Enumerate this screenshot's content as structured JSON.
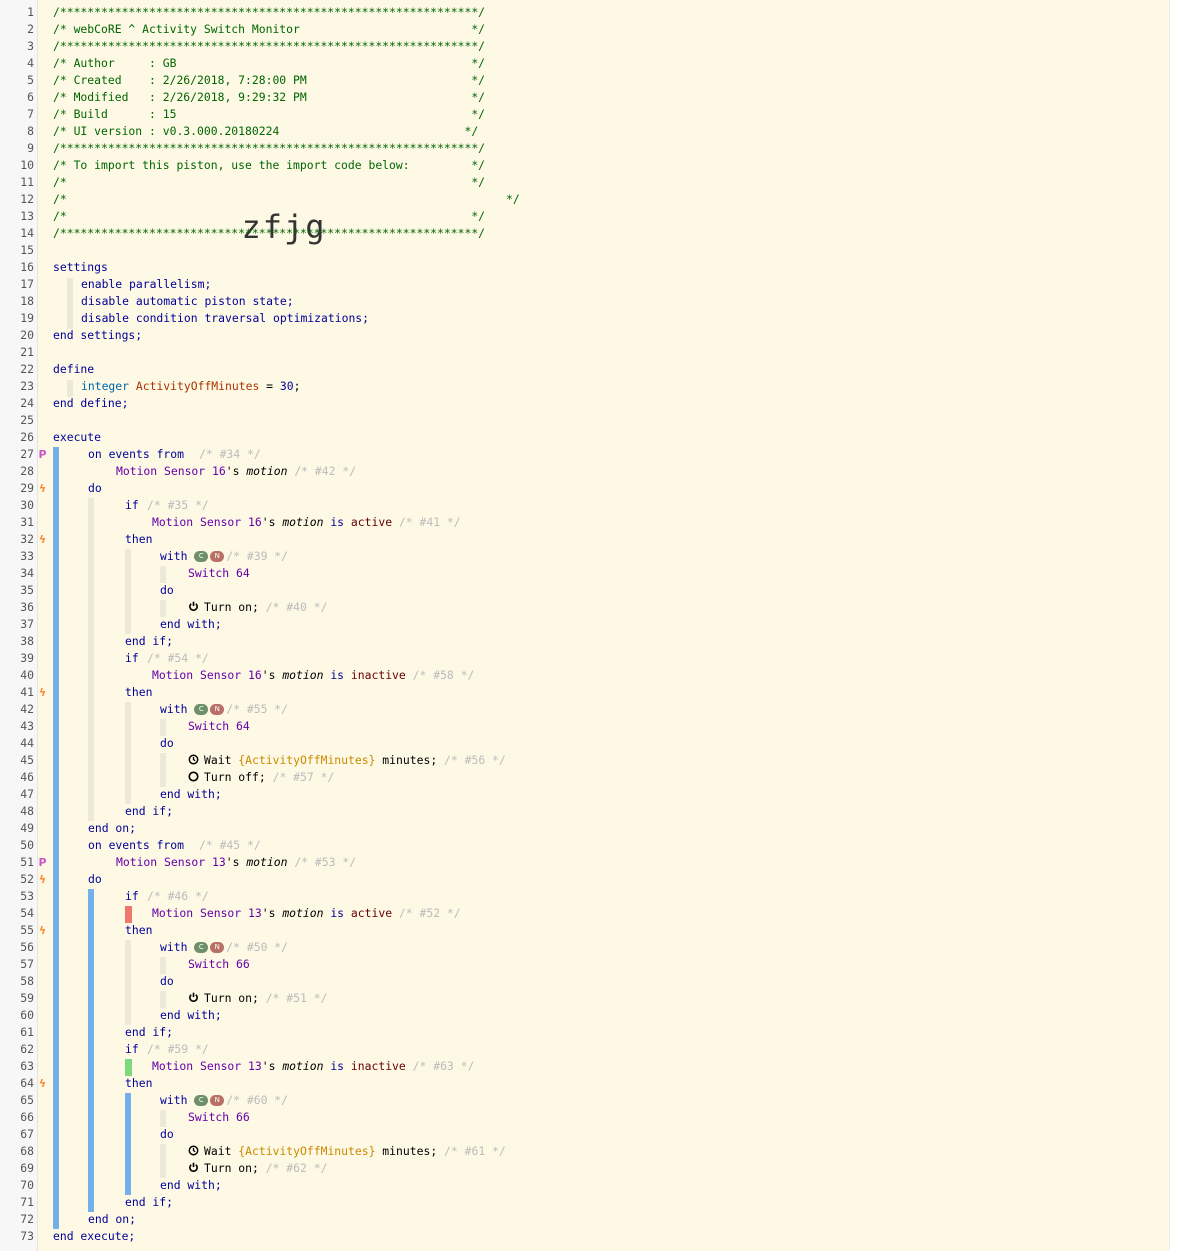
{
  "header": {
    "border": "/*************************************************************/",
    "title": "/* webCoRE ^ Activity Switch Monitor                         */",
    "author": "/* Author     : GB                                           */",
    "created": "/* Created    : 2/26/2018, 7:28:00 PM                        */",
    "modified": "/* Modified   : 2/26/2018, 9:29:32 PM                        */",
    "build": "/* Build      : 15                                           */",
    "ui_version": "/* UI version : v0.3.000.20180224                           */",
    "import_note": "/* To import this piston, use the import code below:         */",
    "blank_open": "/*                                                           */",
    "code_prefix": "/*",
    "code_suffix": "*/",
    "import_code": "zfjg"
  },
  "settings": {
    "start": "settings",
    "lines": [
      "enable parallelism;",
      "disable automatic piston state;",
      "disable condition traversal optimizations;"
    ],
    "end": "end settings;"
  },
  "define": {
    "start": "define",
    "type": "integer",
    "name": "ActivityOffMinutes",
    "eq": " = ",
    "value": "30",
    "semi": ";",
    "end": "end define;"
  },
  "execute": {
    "start": "execute",
    "end": "end execute;"
  },
  "kw": {
    "on_events_from": "on events from",
    "do": "do",
    "if": "if",
    "then": "then",
    "with": "with",
    "end_with": "end with;",
    "end_if": "end if;",
    "end_on": "end on;",
    "is": " is ",
    "poss": "'s ",
    "motion": "motion",
    "active": "active",
    "inactive": "inactive",
    "turn_on": "Turn on;",
    "turn_off": "Turn off;",
    "wait": "Wait ",
    "wait_expr": "{ActivityOffMinutes}",
    "minutes": " minutes;",
    "pill_c": "C",
    "pill_n": "N"
  },
  "devices": {
    "ms16": "Motion Sensor 16",
    "ms13": "Motion Sensor 13",
    "sw64": "Switch 64",
    "sw66": "Switch 66"
  },
  "ids": {
    "e34": "/* #34 */",
    "e42": "/* #42 */",
    "e35": "/* #35 */",
    "e41": "/* #41 */",
    "e39": "/* #39 */",
    "e40": "/* #40 */",
    "e54": "/* #54 */",
    "e58": "/* #58 */",
    "e55": "/* #55 */",
    "e56": "/* #56 */",
    "e57": "/* #57 */",
    "e45": "/* #45 */",
    "e53": "/* #53 */",
    "e46": "/* #46 */",
    "e52": "/* #52 */",
    "e50": "/* #50 */",
    "e51": "/* #51 */",
    "e59": "/* #59 */",
    "e63": "/* #63 */",
    "e60": "/* #60 */",
    "e61": "/* #61 */",
    "e62": "/* #62 */"
  },
  "markers": {
    "p": "P",
    "b": "ϟ"
  },
  "line_numbers": [
    "1",
    "2",
    "3",
    "4",
    "5",
    "6",
    "7",
    "8",
    "9",
    "10",
    "11",
    "12",
    "13",
    "14",
    "15",
    "16",
    "17",
    "18",
    "19",
    "20",
    "21",
    "22",
    "23",
    "24",
    "25",
    "26",
    "27",
    "28",
    "29",
    "30",
    "31",
    "32",
    "33",
    "34",
    "35",
    "36",
    "37",
    "38",
    "39",
    "40",
    "41",
    "42",
    "43",
    "44",
    "45",
    "46",
    "47",
    "48",
    "49",
    "50",
    "51",
    "52",
    "53",
    "54",
    "55",
    "56",
    "57",
    "58",
    "59",
    "60",
    "61",
    "62",
    "63",
    "64",
    "65",
    "66",
    "67",
    "68",
    "69",
    "70",
    "71",
    "72",
    "73"
  ],
  "colors": {
    "editor_bg": "#fdf9e5",
    "comment": "#006600",
    "keyword": "#000099",
    "device": "#6600aa",
    "bar_blue": "#74b0ea",
    "bar_red": "#f0776b",
    "bar_green": "#7cd97c"
  }
}
